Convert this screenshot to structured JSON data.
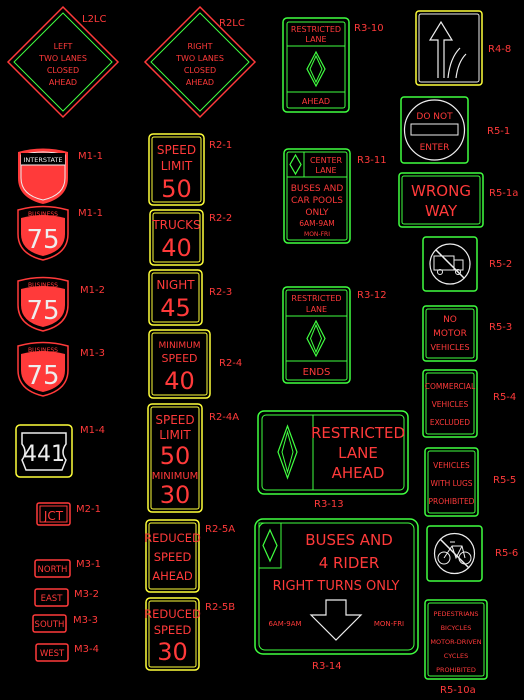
{
  "signs": {
    "l2lc": {
      "code": "L2LC",
      "lines": [
        "LEFT",
        "TWO LANES",
        "CLOSED",
        "AHEAD"
      ]
    },
    "r2lc": {
      "code": "R2LC",
      "lines": [
        "RIGHT",
        "TWO LANES",
        "CLOSED",
        "AHEAD"
      ]
    },
    "r3_10": {
      "code": "R3-10",
      "top": [
        "RESTRICTED",
        "LANE"
      ],
      "bottom": "AHEAD"
    },
    "r4_8": {
      "code": "R4-8"
    },
    "r5_1": {
      "code": "R5-1",
      "lines": [
        "DO NOT",
        "ENTER"
      ]
    },
    "m1_1a": {
      "code": "M1-1",
      "text": "INTERSTATE"
    },
    "m1_1b": {
      "code": "M1-1",
      "small": "BUSINESS",
      "num": "75"
    },
    "r2_1": {
      "code": "R2-1",
      "lines": [
        "SPEED",
        "LIMIT"
      ],
      "num": "50"
    },
    "r3_11": {
      "code": "R3-11",
      "top": [
        "CENTER",
        "LANE"
      ],
      "lines": [
        "BUSES AND",
        "CAR POOLS",
        "ONLY",
        "6AM-9AM",
        "MON-FRI"
      ]
    },
    "r5_1a": {
      "code": "R5-1a",
      "lines": [
        "WRONG",
        "WAY"
      ]
    },
    "r2_2": {
      "code": "R2-2",
      "line": "TRUCKS",
      "num": "40"
    },
    "r5_2": {
      "code": "R5-2"
    },
    "m1_2": {
      "code": "M1-2",
      "small": "BUSINESS",
      "num": "75"
    },
    "r2_3": {
      "code": "R2-3",
      "line": "NIGHT",
      "num": "45"
    },
    "r3_12": {
      "code": "R3-12",
      "top": [
        "RESTRICTED",
        "LANE"
      ],
      "bottom": "ENDS"
    },
    "r5_3": {
      "code": "R5-3",
      "lines": [
        "NO",
        "MOTOR",
        "VEHICLES"
      ]
    },
    "m1_3": {
      "code": "M1-3",
      "small": "BUSINESS",
      "num": "75"
    },
    "r2_4": {
      "code": "R2-4",
      "lines": [
        "MINIMUM",
        "SPEED"
      ],
      "num": "40"
    },
    "r5_4": {
      "code": "R5-4",
      "lines": [
        "COMMERCIAL",
        "VEHICLES",
        "EXCLUDED"
      ]
    },
    "m1_4": {
      "code": "M1-4",
      "num": "441"
    },
    "r2_4a": {
      "code": "R2-4A",
      "lines": [
        "SPEED",
        "LIMIT"
      ],
      "num1": "50",
      "mid": "MINIMUM",
      "num2": "30"
    },
    "r3_13": {
      "code": "R3-13",
      "lines": [
        "RESTRICTED",
        "LANE",
        "AHEAD"
      ]
    },
    "r5_5": {
      "code": "R5-5",
      "lines": [
        "VEHICLES",
        "WITH LUGS",
        "PROHIBITED"
      ]
    },
    "m2_1": {
      "code": "M2-1",
      "text": "JCT"
    },
    "r2_5a": {
      "code": "R2-5A",
      "lines": [
        "REDUCED",
        "SPEED",
        "AHEAD"
      ]
    },
    "r3_14": {
      "code": "R3-14",
      "lines": [
        "BUSES AND",
        "4 RIDER",
        "RIGHT TURNS ONLY"
      ],
      "left": "6AM-9AM",
      "right": "MON-FRI"
    },
    "r5_6": {
      "code": "R5-6"
    },
    "m3_1": {
      "code": "M3-1",
      "text": "NORTH"
    },
    "m3_2": {
      "code": "M3-2",
      "text": "EAST"
    },
    "m3_3": {
      "code": "M3-3",
      "text": "SOUTH"
    },
    "m3_4": {
      "code": "M3-4",
      "text": "WEST"
    },
    "r2_5b": {
      "code": "R2-5B",
      "lines": [
        "REDUCED",
        "SPEED"
      ],
      "num": "30"
    },
    "r5_10a": {
      "code": "R5-10a",
      "lines": [
        "PEDESTRIANS",
        "BICYCLES",
        "MOTOR-DRIVEN",
        "CYCLES",
        "PROHIBITED"
      ]
    }
  }
}
